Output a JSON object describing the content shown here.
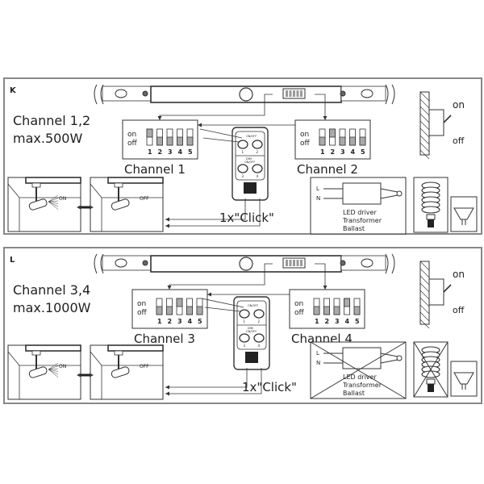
{
  "panels": [
    {
      "letter": "K",
      "channel_title": "Channel 1,2",
      "max_power": "max.500W",
      "dip_blocks": [
        {
          "label": "Channel 1",
          "on_label": "on",
          "off_label": "off",
          "numbers": [
            "1",
            "2",
            "3",
            "4",
            "5"
          ],
          "states": [
            true,
            false,
            false,
            false,
            false
          ]
        },
        {
          "label": "Channel 2",
          "on_label": "on",
          "off_label": "off",
          "numbers": [
            "1",
            "2",
            "3",
            "4",
            "5"
          ],
          "states": [
            false,
            true,
            false,
            false,
            false
          ]
        }
      ],
      "remote": {
        "top_label": "ON/OFF",
        "mid_label_1": "DIM",
        "mid_label_2": "ON/OFF",
        "buttons": [
          "1",
          "2",
          "3",
          "4"
        ],
        "logo": "P",
        "pressed": "1"
      },
      "click_text": "1x\"Click\"",
      "lamp_on": "ON",
      "lamp_off": "OFF",
      "wall_switch": {
        "on": "on",
        "off": "off"
      },
      "load": {
        "l": "L",
        "n": "N",
        "lines": [
          "LED driver",
          "Transformer",
          "Ballast"
        ],
        "crossed": false
      },
      "cfl_crossed": false
    },
    {
      "letter": "L",
      "channel_title": "Channel 3,4",
      "max_power": "max.1000W",
      "dip_blocks": [
        {
          "label": "Channel 3",
          "on_label": "on",
          "off_label": "off",
          "numbers": [
            "1",
            "2",
            "3",
            "4",
            "5"
          ],
          "states": [
            false,
            false,
            true,
            false,
            false
          ]
        },
        {
          "label": "Channel 4",
          "on_label": "on",
          "off_label": "off",
          "numbers": [
            "1",
            "2",
            "3",
            "4",
            "5"
          ],
          "states": [
            false,
            false,
            false,
            true,
            false
          ]
        }
      ],
      "remote": {
        "top_label": "ON/OFF",
        "mid_label_1": "DIM",
        "mid_label_2": "ON/OFF",
        "buttons": [
          "1",
          "2",
          "3",
          "4"
        ],
        "logo": "P",
        "pressed": "3"
      },
      "click_text": "1x\"Click\"",
      "lamp_on": "ON",
      "lamp_off": "OFF",
      "wall_switch": {
        "on": "on",
        "off": "off"
      },
      "load": {
        "l": "L",
        "n": "N",
        "lines": [
          "LED driver",
          "Transformer",
          "Ballast"
        ],
        "crossed": true
      },
      "cfl_crossed": true
    }
  ]
}
